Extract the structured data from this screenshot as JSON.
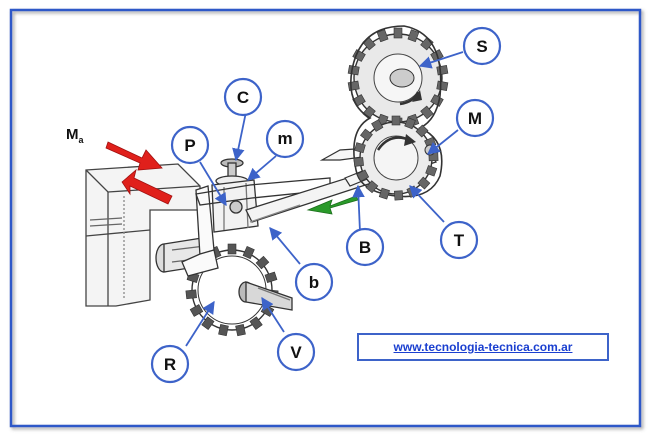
{
  "labels": {
    "C": "C",
    "m": "m",
    "P": "P",
    "S": "S",
    "M": "M",
    "T": "T",
    "B": "B",
    "b": "b",
    "R": "R",
    "V": "V"
  },
  "ma_label": {
    "main": "M",
    "sub": "a"
  },
  "website": {
    "url_text": "www.tecnologia-tecnica.com.ar"
  },
  "colors": {
    "frame_border": "#2f58c8",
    "callout_stroke": "#3d63c9",
    "red_arrow": "#e0201b",
    "green_arrow": "#2a9a2a",
    "link_text": "#1a3fd0"
  }
}
